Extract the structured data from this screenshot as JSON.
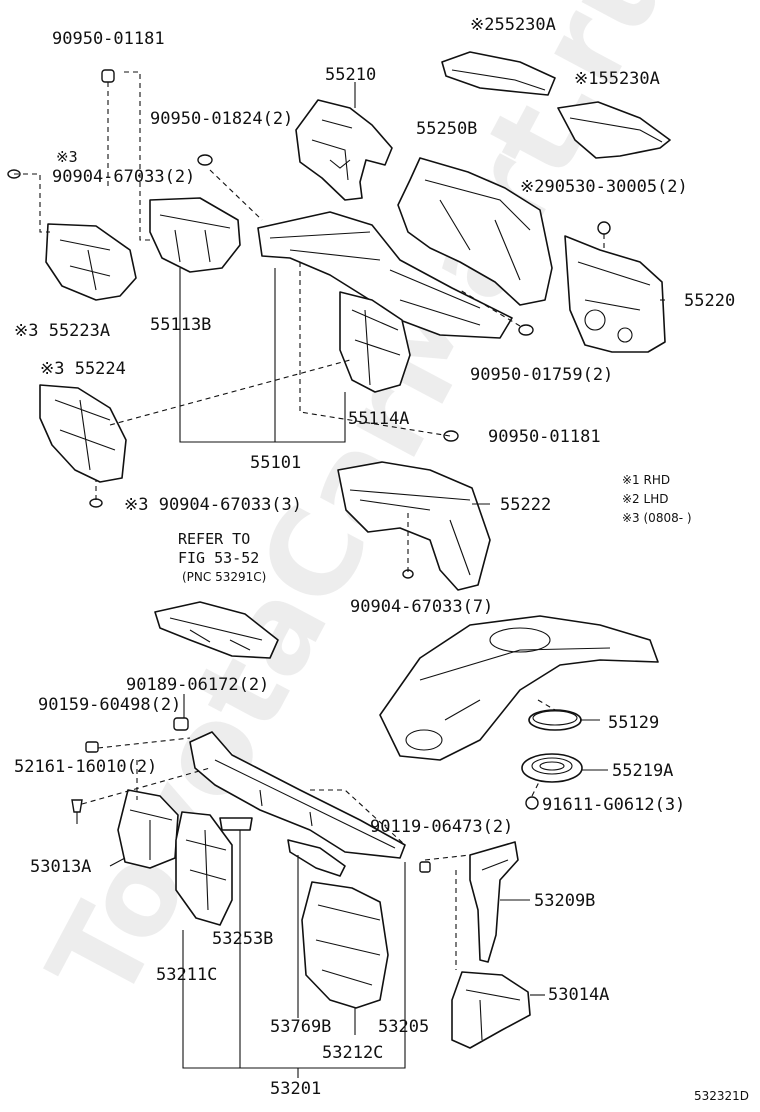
{
  "watermark": "ToyotaCarMart.ru",
  "figure_code": "532321D",
  "legend": {
    "rhd": "※1 RHD",
    "lhd": "※2 LHD",
    "date": "※3 (0808-        )"
  },
  "refer": {
    "line1": "REFER TO",
    "line2": "FIG 53-52",
    "line3": "(PNC 53291C)"
  },
  "labels": {
    "l_90950_01181_top": "90950-01181",
    "l_55210": "55210",
    "l_55230A_lhd": "※255230A",
    "l_55230A_rhd": "※155230A",
    "l_90950_01824": "90950-01824(2)",
    "l_mark3_a": "※3",
    "l_90904_67033_2": "90904-67033(2)",
    "l_55250B": "55250B",
    "l_90530_30005": "※290530-30005(2)",
    "l_55220": "55220",
    "l_55223A": "※3 55223A",
    "l_55113B": "55113B",
    "l_55224": "※3 55224",
    "l_90950_01759": "90950-01759(2)",
    "l_55114A": "55114A",
    "l_90950_01181_mid": "90950-01181",
    "l_55101": "55101",
    "l_90904_67033_3": "※3 90904-67033(3)",
    "l_55222": "55222",
    "l_90904_67033_7": "90904-67033(7)",
    "l_90189_06172": "90189-06172(2)",
    "l_90159_60498": "90159-60498(2)",
    "l_55129": "55129",
    "l_52161_16010": "52161-16010(2)",
    "l_55219A": "55219A",
    "l_91611_G0612": "91611-G0612(3)",
    "l_90119_06473": "90119-06473(2)",
    "l_53013A": "53013A",
    "l_53209B": "53209B",
    "l_53253B": "53253B",
    "l_53211C": "53211C",
    "l_53014A": "53014A",
    "l_53769B": "53769B",
    "l_53205": "53205",
    "l_53212C": "53212C",
    "l_53201": "53201"
  }
}
